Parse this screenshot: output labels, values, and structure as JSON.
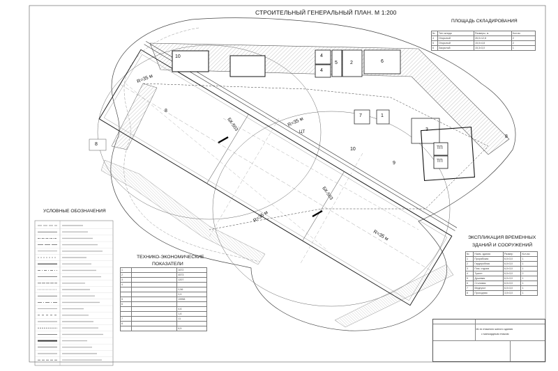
{
  "sheet": {
    "title": "СТРОИТЕЛЬНЫЙ ГЕНЕРАЛЬНЫЙ ПЛАН. М 1:200"
  },
  "storage": {
    "heading": "ПЛОЩАДЬ СКЛАДИРОВАНИЯ",
    "columns": [
      "№",
      "Тип склада",
      "Размеры, м",
      "Кол-во"
    ],
    "rows": [
      [
        "4",
        "Открытый",
        "26,0×12,8",
        "2"
      ],
      [
        "5",
        "Открытый",
        "15,0×4,8",
        "2"
      ],
      [
        "6",
        "Закрытый",
        "15,3×3,0",
        "1"
      ]
    ]
  },
  "plan_labels": {
    "radius_1": "R=35 м",
    "radius_2": "R=35 м",
    "radius_3": "R=35 м",
    "radius_4": "R=35 м",
    "crane_1": "БК-503",
    "crane_2": "БК-503",
    "center_mark": "ЦТ",
    "n10a": "10",
    "n4a": "4",
    "n4b": "4",
    "n5": "5",
    "n2": "2",
    "n6": "6",
    "n8a": "8",
    "n8b": "8",
    "n8c": "8",
    "n7": "7",
    "n1": "1",
    "n3": "3",
    "n10b": "10",
    "n9": "9",
    "tp1": "ТП",
    "tp2": "ТП"
  },
  "legend": {
    "heading": "УСЛОВНЫЕ ОБОЗНАЧЕНИЯ"
  },
  "tech": {
    "heading_1": "ТЕХНИКО-ЭКОНОМИЧЕСКИЕ",
    "heading_2": "ПОКАЗАТЕЛИ",
    "values": [
      "1672",
      "4573",
      "1207",
      "0,56",
      "0,9",
      "19958",
      "4,6",
      "1,6",
      "11",
      "6,5"
    ]
  },
  "expl": {
    "heading_1": "ЭКСПЛИКАЦИЯ ВРЕМЕННЫХ",
    "heading_2": "ЗДАНИЙ И СООРУЖЕНИЙ",
    "columns": [
      "№",
      "Наим. здания",
      "Размер",
      "Кол-во"
    ],
    "rows": [
      [
        "1",
        "Прорабская",
        "6,0×3,0",
        "1"
      ],
      [
        "2",
        "Гардеробная",
        "6,0×3,0",
        "1"
      ],
      [
        "3",
        "Пом. отдыха",
        "6,0×3,0",
        "1"
      ],
      [
        "4",
        "Туалет",
        "6,0×3,0",
        "2"
      ],
      [
        "5",
        "Душевая",
        "6,0×3,0",
        "1"
      ],
      [
        "6",
        "Столовая",
        "6,0×3,0",
        "1"
      ],
      [
        "7",
        "Медпункт",
        "6,0×3,0",
        "1"
      ],
      [
        "8",
        "Проходная",
        "3,0×3,0",
        "1"
      ]
    ]
  },
  "stamp": {
    "line_1": "16-ти этажного жилого здания",
    "line_2": "с мансардным этажом"
  }
}
